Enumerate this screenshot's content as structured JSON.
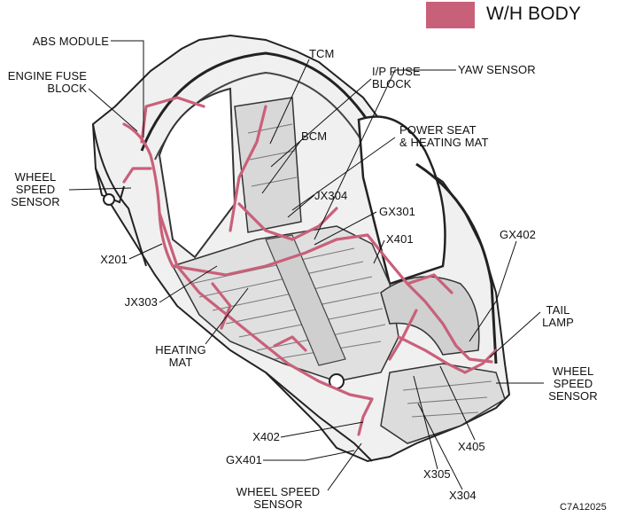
{
  "legend": {
    "label": "W/H BODY",
    "color": "#c9607a"
  },
  "figure_code": "C7A12025",
  "labels": {
    "abs_module": "ABS MODULE",
    "engine_fuse_block": "ENGINE FUSE\nBLOCK",
    "wheel_speed_sensor_left": "WHEEL\nSPEED\nSENSOR",
    "x201": "X201",
    "jx303": "JX303",
    "heating_mat": "HEATING\nMAT",
    "tcm": "TCM",
    "ip_fuse_block": "I/P FUSE\nBLOCK",
    "yaw_sensor": "YAW SENSOR",
    "bcm": "BCM",
    "power_seat_heating_mat": "POWER SEAT\n& HEATING MAT",
    "jx304": "JX304",
    "gx301": "GX301",
    "x401": "X401",
    "gx402": "GX402",
    "tail_lamp": "TAIL\nLAMP",
    "wheel_speed_sensor_right": "WHEEL\nSPEED\nSENSOR",
    "x402": "X402",
    "gx401": "GX401",
    "wheel_speed_sensor_bottom": "WHEEL SPEED\nSENSOR",
    "x305": "X305",
    "x405": "X405",
    "x304": "X304"
  },
  "colors": {
    "harness": "#c9607a",
    "body_line": "#222222",
    "body_fill": "#e6e6e6"
  }
}
